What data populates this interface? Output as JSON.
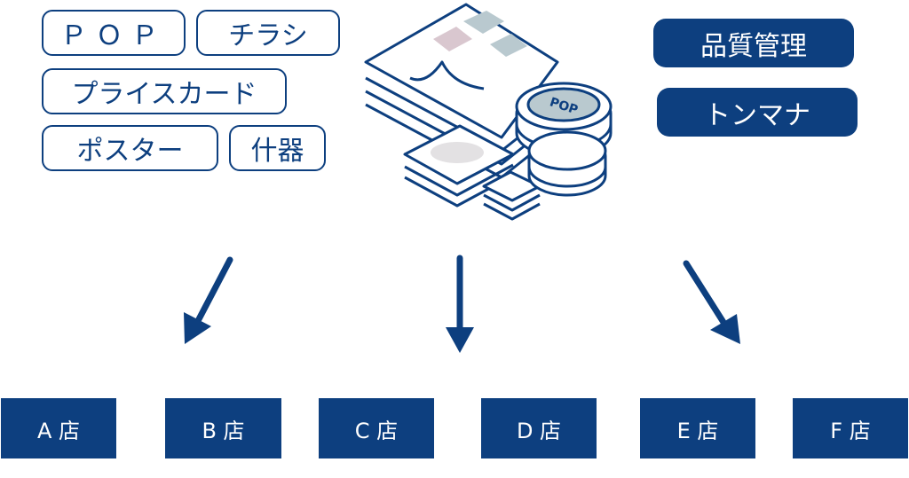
{
  "left_tags": [
    "ＰＯＰ",
    "チラシ",
    "プライスカード",
    "ポスター",
    "什器"
  ],
  "right_tags": [
    "品質管理",
    "トンマナ"
  ],
  "illustration": {
    "coin_label": "POP"
  },
  "stores": [
    "A 店",
    "B 店",
    "C 店",
    "D 店",
    "E 店",
    "F 店"
  ],
  "colors": {
    "primary": "#0d3f7f",
    "accent_pink": "#d9c7cf",
    "accent_gray": "#b9c9cf"
  }
}
